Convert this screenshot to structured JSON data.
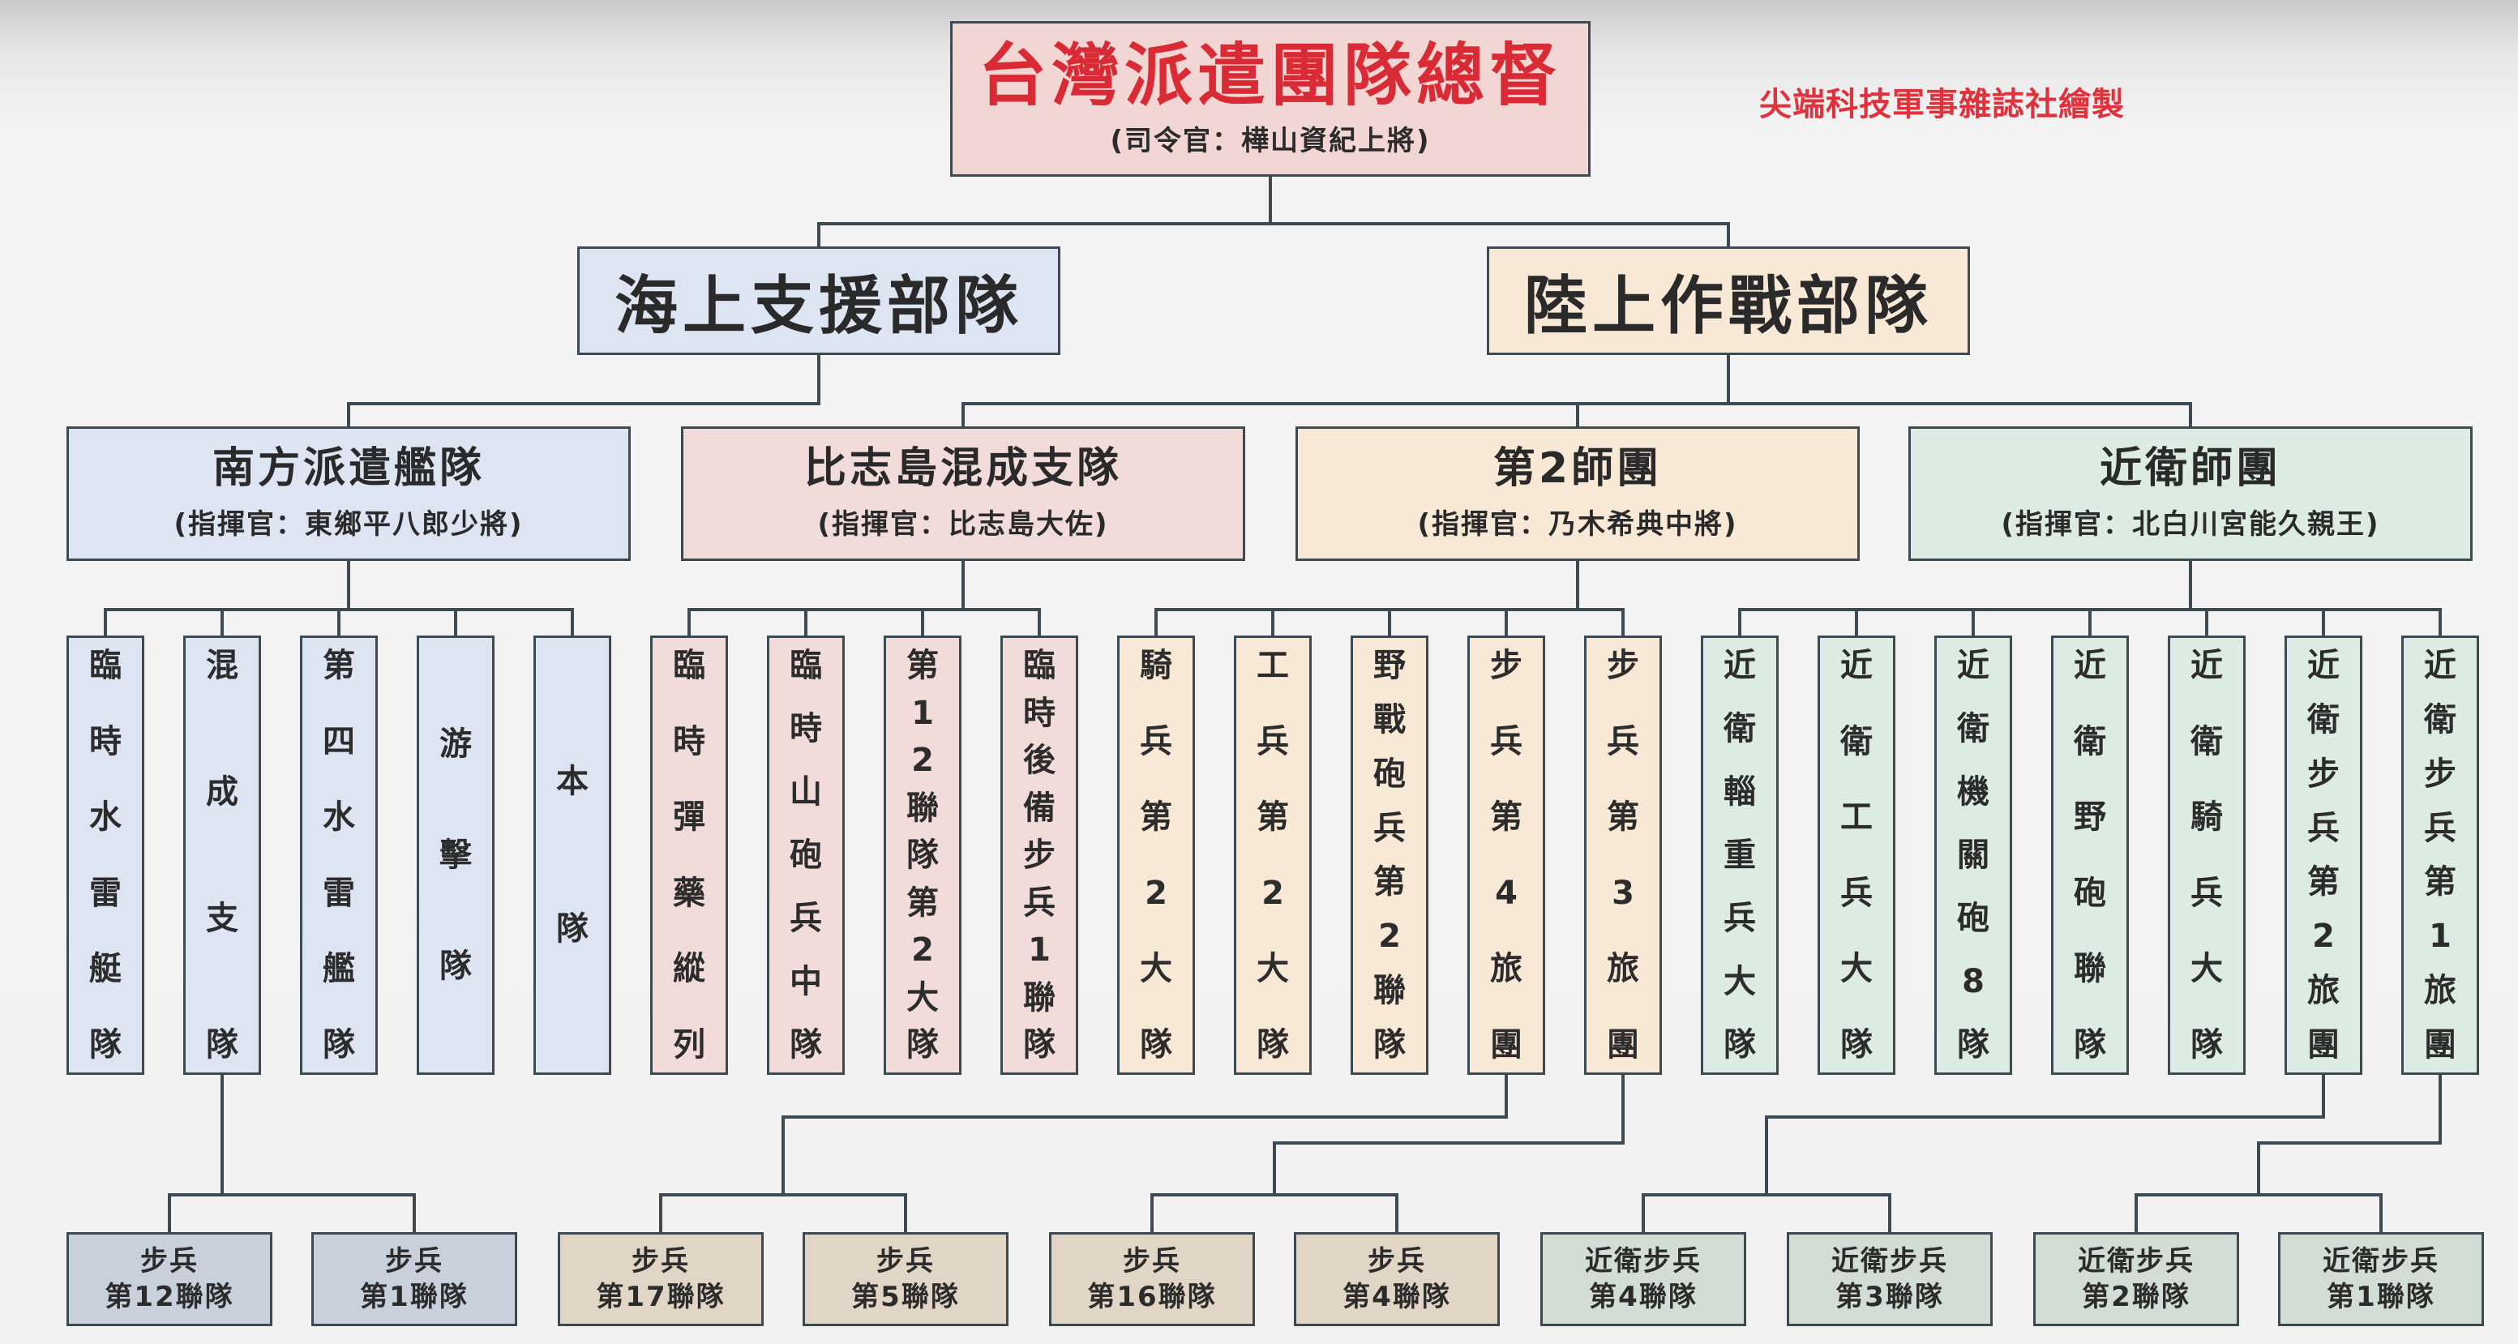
{
  "credit": "尖端科技軍事雜誌社繪製",
  "colors": {
    "line": "#3e4a52",
    "title_red": "#d92b35",
    "credit_red": "#e0323c"
  },
  "top": {
    "name": "台灣派遣團隊總督",
    "commander": "(司令官：樺山資紀上將)"
  },
  "branches": [
    {
      "name": "海上支援部隊"
    },
    {
      "name": "陸上作戰部隊"
    }
  ],
  "groups": [
    {
      "name": "南方派遣艦隊",
      "commander": "(指揮官：東鄉平八郎少將)",
      "units": [
        "臨時水雷艇隊",
        "混成支隊",
        "第四水雷艦隊",
        "游擊隊",
        "本隊"
      ]
    },
    {
      "name": "比志島混成支隊",
      "commander": "(指揮官：比志島大佐)",
      "units": [
        "臨時彈藥縱列",
        "臨時山砲兵中隊",
        "第12聯隊第2大隊",
        "臨時後備步兵1聯隊"
      ]
    },
    {
      "name": "第2師團",
      "commander": "(指揮官：乃木希典中將)",
      "units": [
        "騎兵第2大隊",
        "工兵第2大隊",
        "野戰砲兵第2聯隊",
        "步兵第4旅團",
        "步兵第3旅團"
      ]
    },
    {
      "name": "近衛師團",
      "commander": "(指揮官：北白川宮能久親王)",
      "units": [
        "近衛輜重兵大隊",
        "近衛工兵大隊",
        "近衛機關砲8隊",
        "近衛野砲聯隊",
        "近衛騎兵大隊",
        "近衛步兵第2旅團",
        "近衛步兵第1旅團"
      ]
    }
  ],
  "regiments": [
    {
      "line1": "步兵",
      "line2": "第12聯隊"
    },
    {
      "line1": "步兵",
      "line2": "第1聯隊"
    },
    {
      "line1": "步兵",
      "line2": "第17聯隊"
    },
    {
      "line1": "步兵",
      "line2": "第5聯隊"
    },
    {
      "line1": "步兵",
      "line2": "第16聯隊"
    },
    {
      "line1": "步兵",
      "line2": "第4聯隊"
    },
    {
      "line1": "近衛步兵",
      "line2": "第4聯隊"
    },
    {
      "line1": "近衛步兵",
      "line2": "第3聯隊"
    },
    {
      "line1": "近衛步兵",
      "line2": "第2聯隊"
    },
    {
      "line1": "近衛步兵",
      "line2": "第1聯隊"
    }
  ]
}
